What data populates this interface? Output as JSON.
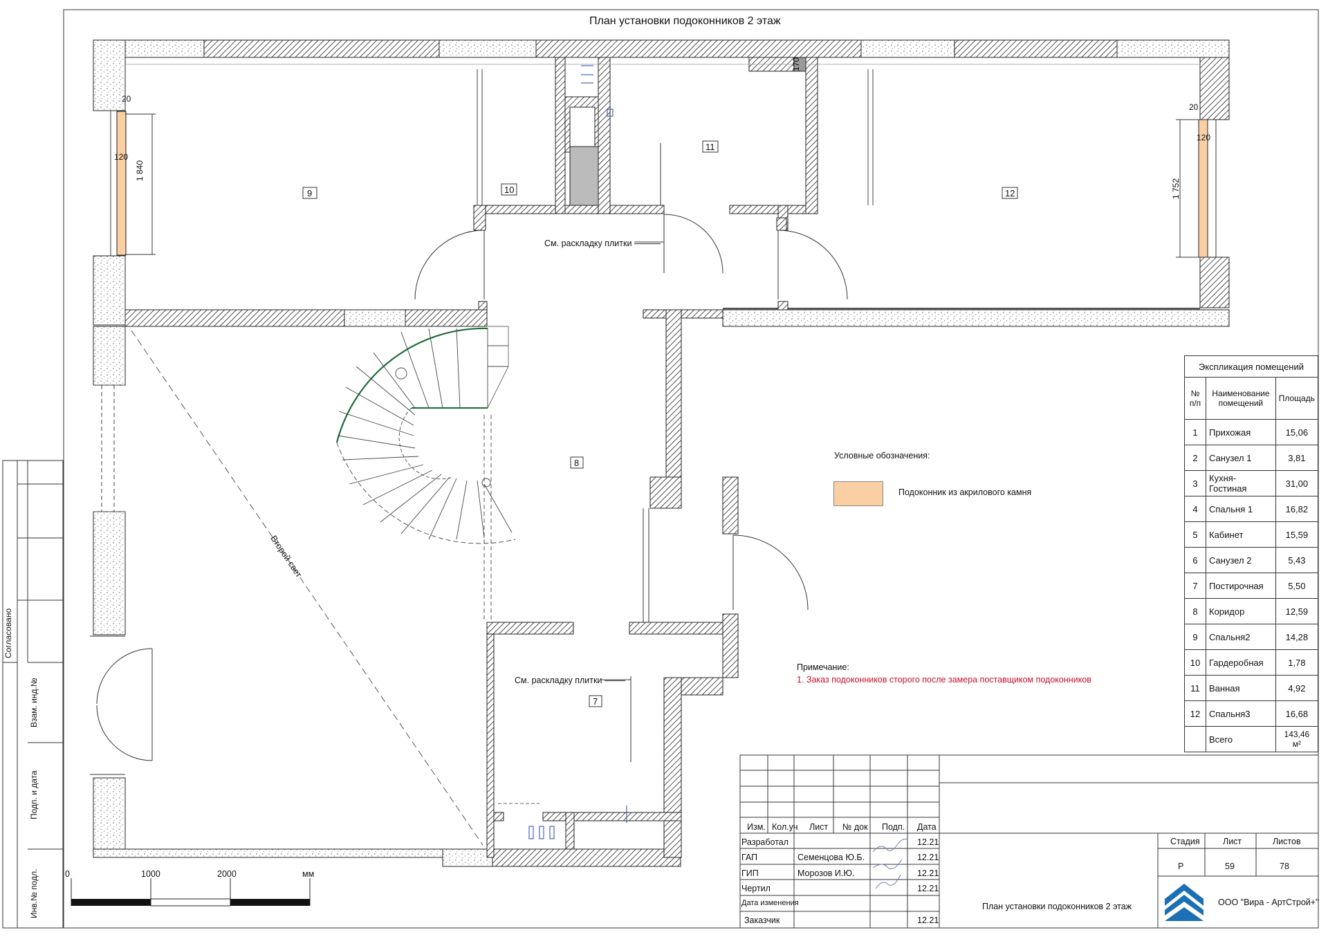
{
  "title": "План установки подоконников 2 этаж",
  "rooms": [
    {
      "no": "9"
    },
    {
      "no": "10"
    },
    {
      "no": "11"
    },
    {
      "no": "12"
    },
    {
      "no": "8"
    },
    {
      "no": "7"
    }
  ],
  "dims": {
    "left_depth": "20",
    "left_width": "120",
    "left_length": "1 840",
    "right_depth": "20",
    "right_width": "120",
    "right_length": "1 752",
    "top_170": "170"
  },
  "tile_note_1": "См. раскладку плитки",
  "tile_note_2": "См. раскладку плитки",
  "second_light": "Второй свет",
  "legend": {
    "title": "Условные обозначения:",
    "items": [
      {
        "label": "Подоконник из акрилового камня",
        "color": "#f9cfa3"
      }
    ]
  },
  "note": {
    "title": "Примечание:",
    "text": "1. Заказ подоконников сторого после замера поставщиком подоконников",
    "color": "#c8102e"
  },
  "explication": {
    "title": "Экспликация помещений",
    "headers": [
      "№ п/п",
      "Наименование помещений",
      "Площадь"
    ],
    "rows": [
      [
        "1",
        "Прихожая",
        "15,06"
      ],
      [
        "2",
        "Санузел 1",
        "3,81"
      ],
      [
        "3",
        "Кухня-Гостиная",
        "31,00"
      ],
      [
        "4",
        "Спальня 1",
        "16,82"
      ],
      [
        "5",
        "Кабинет",
        "15,59"
      ],
      [
        "6",
        "Санузел 2",
        "5,43"
      ],
      [
        "7",
        "Постирочная",
        "5,50"
      ],
      [
        "8",
        "Коридор",
        "12,59"
      ],
      [
        "9",
        "Спальня2",
        "14,28"
      ],
      [
        "10",
        "Гардеробная",
        "1,78"
      ],
      [
        "11",
        "Ванная",
        "4,92"
      ],
      [
        "12",
        "Спальня3",
        "16,68"
      ]
    ],
    "total_label": "Всего",
    "total_value": "143,46 м²"
  },
  "scale": {
    "labels": [
      "0",
      "1000",
      "2000"
    ],
    "unit": "мм"
  },
  "side_stamp": [
    "Согласовано",
    "Взам. инд.№",
    "Подп. и дата",
    "Инв.№ подл."
  ],
  "title_block": {
    "headers": [
      "Изм.",
      "Кол.уч",
      "Лист",
      "№ док",
      "Подп.",
      "Дата"
    ],
    "rows": [
      {
        "role": "Разработал",
        "name": "",
        "date": "12.21"
      },
      {
        "role": "ГАП",
        "name": "Семенцова Ю.Б.",
        "date": "12.21"
      },
      {
        "role": "ГИП",
        "name": "Морозов И.Ю.",
        "date": "12.21"
      },
      {
        "role": "Чертил",
        "name": "",
        "date": "12.21"
      },
      {
        "role": "Дата изменения",
        "name": "",
        "date": ""
      },
      {
        "role": "Заказчик",
        "name": "",
        "date": "12.21"
      }
    ],
    "sheet_title": "План установки подоконников 2 этаж",
    "stage_label": "Стадия",
    "stage": "Р",
    "sheet_label": "Лист",
    "sheet": "59",
    "sheets_label": "Листов",
    "sheets": "78",
    "company": "ООО \"Вира - АртСтрой+\""
  },
  "colors": {
    "wall_hatch": "#222222",
    "sill": "#f9cfa3",
    "stair": "#1f6b3a"
  }
}
